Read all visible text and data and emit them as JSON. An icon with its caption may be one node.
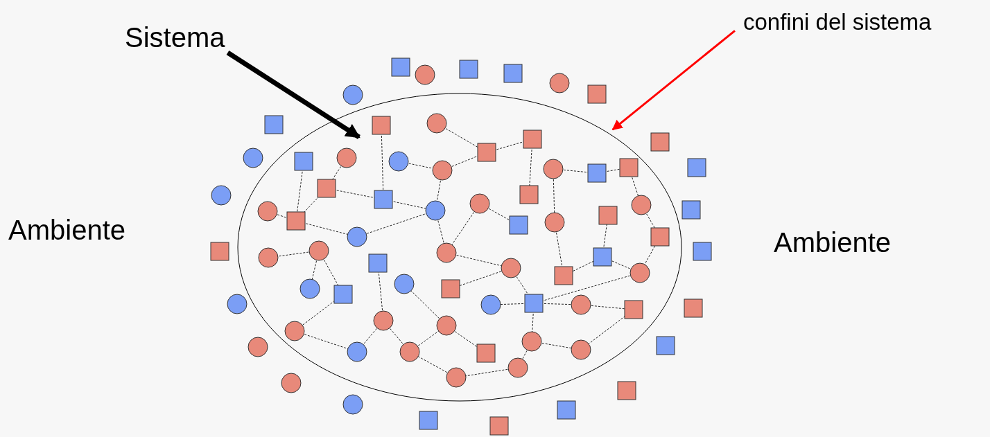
{
  "diagram": {
    "nodes": [
      {
        "text": [
          "Sistema"
        ]
      },
      {
        "text": [
          "confini del sistema"
        ]
      },
      {
        "text": [],
        "shape": "circle"
      }
    ],
    "edges": [
      {
        "from": 0,
        "to": 2,
        "arrow": "to",
        "style": "thick"
      },
      {
        "from": 1,
        "to": 2,
        "arrow": "to",
        "color": "#ff0000"
      }
    ],
    "labels": [
      "Ambiente",
      "Ambiente"
    ]
  }
}
